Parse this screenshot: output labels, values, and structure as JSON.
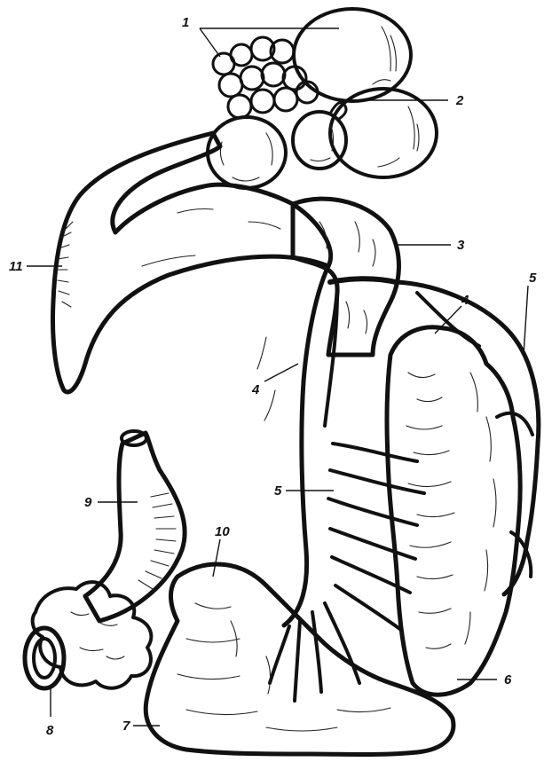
{
  "labels": {
    "l1": "1",
    "l2": "2",
    "l3": "3",
    "l4a": "4",
    "l4b": "4",
    "l5a": "5",
    "l5b": "5",
    "l6": "6",
    "l7": "7",
    "l8": "8",
    "l9": "9",
    "l10": "10",
    "l11": "11"
  }
}
